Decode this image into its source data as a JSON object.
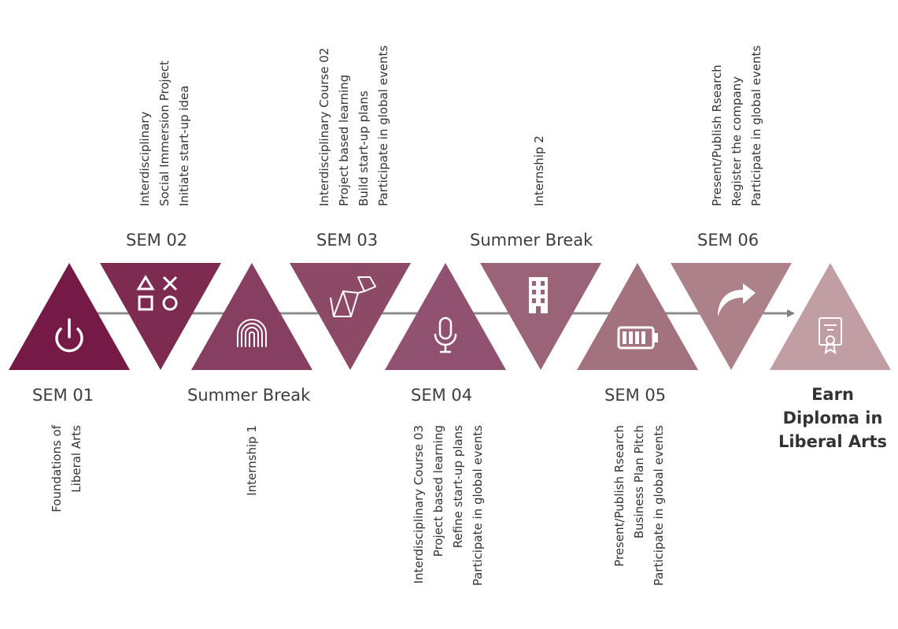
{
  "stages": [
    {
      "label": "SEM 01",
      "color": "#751a46",
      "icon": "power-icon",
      "activities": [
        "Foundations of",
        "Liberal Arts"
      ]
    },
    {
      "label": "SEM 02",
      "color": "#7d2b50",
      "icon": "shapes-icon",
      "activities": [
        "Interdisciplinary",
        "Social Immersion Project",
        "Initiate start-up idea"
      ]
    },
    {
      "label": "Summer Break",
      "color": "#873f61",
      "icon": "fingerprint-icon",
      "activities": [
        "Internship 1"
      ]
    },
    {
      "label": "SEM 03",
      "color": "#8c4a66",
      "icon": "origami-dog-icon",
      "activities": [
        "Interdisciplinary Course 02",
        "Project based learning",
        "Build start-up plans",
        "Participate in global events"
      ]
    },
    {
      "label": "SEM 04",
      "color": "#915271",
      "icon": "microphone-icon",
      "activities": [
        "Interdisciplinary Course 03",
        "Project based learning",
        "Refine start-up plans",
        "Participate in global events"
      ]
    },
    {
      "label": "Summer Break",
      "color": "#9a6377",
      "icon": "building-icon",
      "activities": [
        "Internship 2"
      ]
    },
    {
      "label": "SEM 05",
      "color": "#a2727f",
      "icon": "battery-icon",
      "activities": [
        "Present/Publish Rsearch",
        "Business Plan Pitch",
        "Participate in global events"
      ]
    },
    {
      "label": "SEM 06",
      "color": "#ad8189",
      "icon": "share-arrow-icon",
      "activities": [
        "Present/Publish Rsearch",
        "Register the company",
        "Participate in global events"
      ]
    }
  ],
  "final": {
    "lines": [
      "Earn",
      "Diploma in",
      "Liberal Arts"
    ],
    "color": "#c09ea4",
    "icon": "certificate-icon"
  }
}
